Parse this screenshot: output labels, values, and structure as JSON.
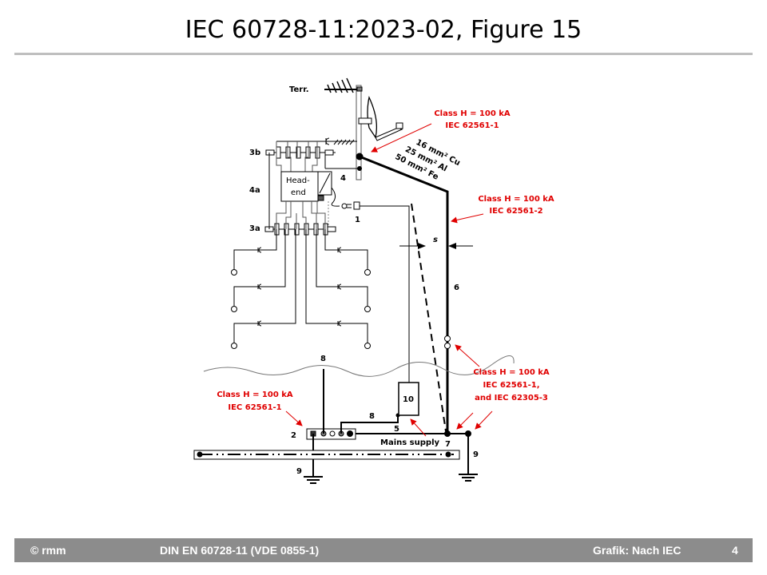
{
  "title": "IEC 60728-11:2023-02, Figure 15",
  "diagram": {
    "terr": "Terr.",
    "l3b": "3b",
    "l4a": "4a",
    "l3a": "3a",
    "l4": "4",
    "l1": "1",
    "headend1": "Head-",
    "headend2": "end",
    "cond1": "16 mm² Cu",
    "cond2": "25 mm² Al",
    "cond3": "50 mm² Fe",
    "red1a": "Class H = 100 kA",
    "red1b": "IEC 62561-1",
    "red2a": "Class H = 100 kA",
    "red2b": "IEC 62561-2",
    "red3a": "Class H = 100 kA",
    "red3b": "IEC 62561-1,",
    "red3c": "and IEC 62305-3",
    "red4a": "Class H = 100 kA",
    "red4b": "IEC 62561-1",
    "s": "s",
    "l6": "6",
    "l8a": "8",
    "l8b": "8",
    "l10": "10",
    "l5": "5",
    "mains": "Mains supply",
    "l7": "7",
    "l2": "2",
    "l9a": "9",
    "l9b": "9"
  },
  "footer": {
    "copyright": "© rmm",
    "standard": "DIN EN 60728-11 (VDE 0855-1)",
    "source": "Grafik: Nach IEC",
    "page": "4"
  },
  "colors": {
    "annotation": "#e00000",
    "footer_bg": "#8c8c8c"
  }
}
